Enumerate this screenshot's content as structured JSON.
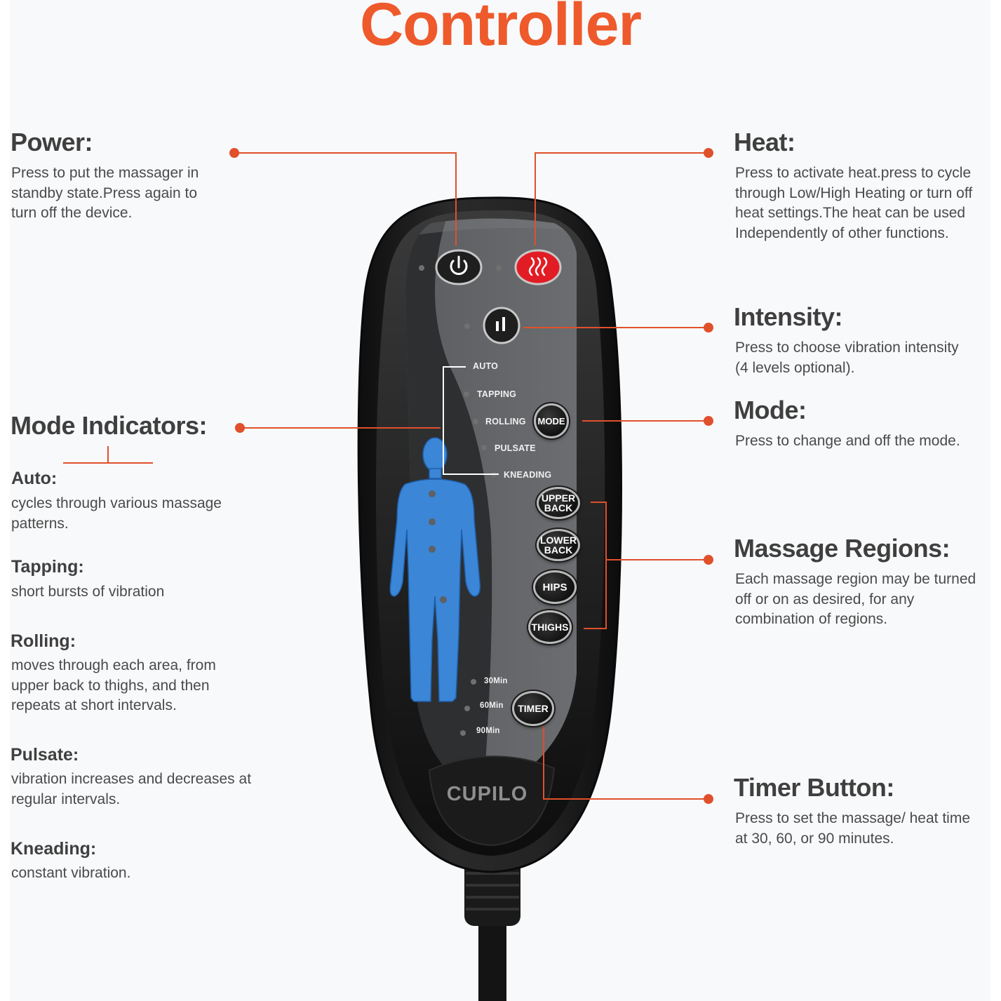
{
  "page": {
    "title": "Controller",
    "accent_color": "#ee5a2b",
    "line_color": "#e0502b"
  },
  "sections": {
    "power": {
      "heading": "Power:",
      "lines": [
        "Press to put the massager in",
        "standby state.Press again to",
        "turn off the device."
      ]
    },
    "heat": {
      "heading": "Heat:",
      "lines": [
        "Press to activate heat.press to cycle",
        "through Low/High Heating or turn off",
        "heat settings.The heat can be used",
        "Independently of other functions."
      ]
    },
    "intensity": {
      "heading": "Intensity:",
      "lines": [
        "Press to choose vibration intensity",
        "(4 levels optional)."
      ]
    },
    "mode": {
      "heading": "Mode:",
      "lines": [
        "Press to change and off the mode."
      ]
    },
    "mode_indicators": {
      "heading": "Mode Indicators:",
      "items": [
        {
          "name": "Auto:",
          "lines": [
            "cycles through various massage",
            "patterns."
          ]
        },
        {
          "name": "Tapping:",
          "lines": [
            "short bursts of vibration"
          ]
        },
        {
          "name": "Rolling:",
          "lines": [
            "moves through each area, from",
            "upper back to thighs, and then",
            "repeats at short intervals."
          ]
        },
        {
          "name": "Pulsate:",
          "lines": [
            "vibration increases and decreases at",
            "regular intervals."
          ]
        },
        {
          "name": "Kneading:",
          "lines": [
            "constant vibration."
          ]
        }
      ]
    },
    "massage_regions": {
      "heading": "Massage Regions:",
      "lines": [
        "Each massage region may be turned",
        "off or on as desired, for any",
        "combination of regions."
      ]
    },
    "timer": {
      "heading": "Timer Button:",
      "lines": [
        "Press to set the massage/ heat time",
        "at 30, 60, or 90 minutes."
      ]
    }
  },
  "device": {
    "brand": "CUPILO",
    "mode_labels": [
      "AUTO",
      "TAPPING",
      "ROLLING",
      "PULSATE",
      "KNEADING"
    ],
    "buttons": {
      "mode": "MODE",
      "upper_back": [
        "UPPER",
        "BACK"
      ],
      "lower_back": [
        "LOWER",
        "BACK"
      ],
      "hips": "HIPS",
      "thighs": "THIGHS",
      "timer": "TIMER"
    },
    "timer_labels": [
      "30Min",
      "60Min",
      "90Min"
    ],
    "body_color": "#3b86d6",
    "shell_color": "#1e1e1e",
    "faceplate_color": "#626467"
  }
}
